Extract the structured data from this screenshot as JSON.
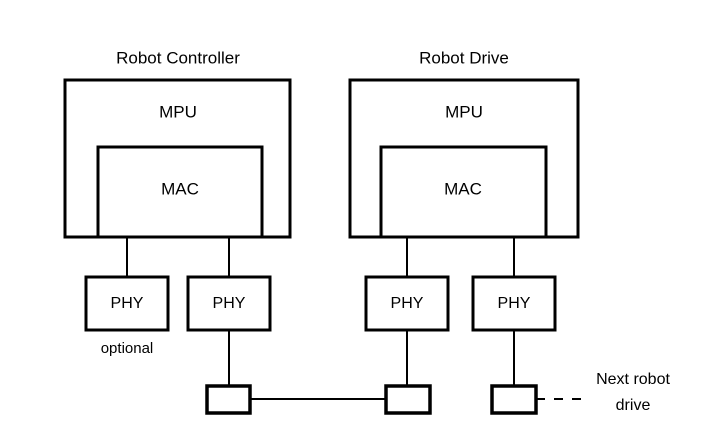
{
  "diagram": {
    "title_robot_controller": "Robot Controller",
    "title_robot_drive": "Robot Drive",
    "mpu_left": "MPU",
    "mac_left": "MAC",
    "mpu_right": "MPU",
    "mac_right": "MAC",
    "phy_1": "PHY",
    "phy_2": "PHY",
    "phy_3": "PHY",
    "phy_4": "PHY",
    "optional_note": "optional",
    "next_robot_line1": "Next robot",
    "next_robot_line2": "drive",
    "colors": {
      "stroke": "#000000",
      "fill": "#ffffff",
      "text": "#000000"
    }
  }
}
